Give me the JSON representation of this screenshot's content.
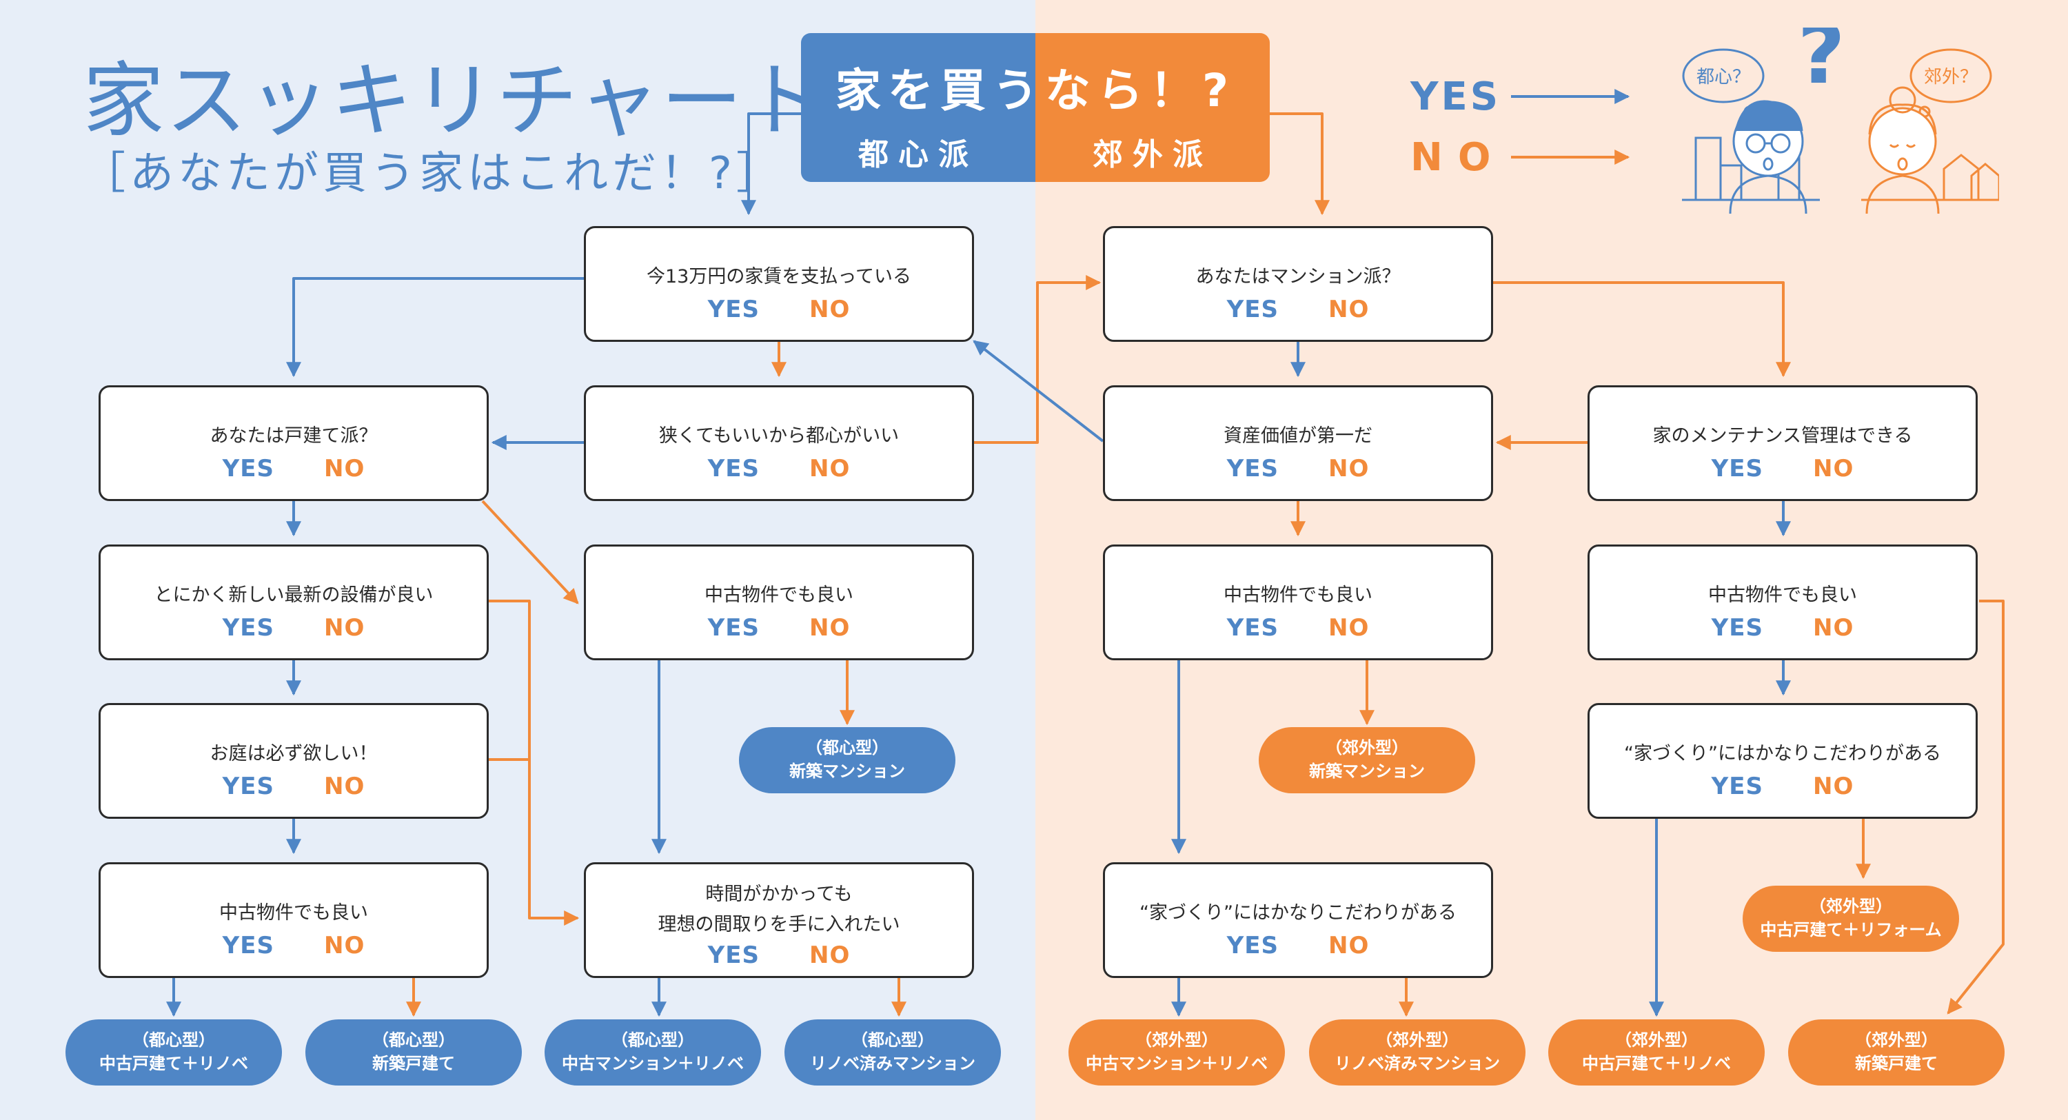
{
  "title": "家スッキリチャート",
  "subtitle": "［あなたが買う家はこれだ！?］",
  "header": {
    "question": "家を買うなら！?",
    "left_label": "都心派",
    "right_label": "郊外派"
  },
  "legend": {
    "yes": "YES",
    "no": "NO"
  },
  "illustration": {
    "left_bubble": "都心？",
    "right_bubble": "郊外？",
    "mark": "?"
  },
  "colors": {
    "blue": "#4f86c6",
    "orange": "#f28a3a",
    "left_bg": "#e7eef8",
    "right_bg": "#fde9dc"
  },
  "yes_label": "YES",
  "no_label": "NO",
  "questions": {
    "q1": "今13万円の家賃を支払っている",
    "q2": "狭くてもいいから都心がいい",
    "q3": "あなたは戸建て派？",
    "q4": "とにかく新しい最新の設備が良い",
    "q5": "お庭は必ず欲しい！",
    "q6": "中古物件でも良い",
    "q7": "中古物件でも良い",
    "q8": "時間がかかっても\n理想の間取りを手に入れたい",
    "q9": "あなたはマンション派？",
    "q10": "資産価値が第一だ",
    "q11": "家のメンテナンス管理はできる",
    "q12": "中古物件でも良い",
    "q13": "中古物件でも良い",
    "q14": "“家づくり”にはかなりこだわりがある",
    "q15": "“家づくり”にはかなりこだわりがある"
  },
  "results": {
    "r1": {
      "type": "（都心型）",
      "name": "新築マンション"
    },
    "r2": {
      "type": "（郊外型）",
      "name": "新築マンション"
    },
    "r3": {
      "type": "（郊外型）",
      "name": "中古戸建て＋リフォーム"
    },
    "r4": {
      "type": "（都心型）",
      "name": "中古戸建て＋リノベ"
    },
    "r5": {
      "type": "（都心型）",
      "name": "新築戸建て"
    },
    "r6": {
      "type": "（都心型）",
      "name": "中古マンション＋リノベ"
    },
    "r7": {
      "type": "（都心型）",
      "name": "リノベ済みマンション"
    },
    "r8": {
      "type": "（郊外型）",
      "name": "中古マンション＋リノベ"
    },
    "r9": {
      "type": "（郊外型）",
      "name": "リノベ済みマンション"
    },
    "r10": {
      "type": "（郊外型）",
      "name": "中古戸建て＋リノベ"
    },
    "r11": {
      "type": "（郊外型）",
      "name": "新築戸建て"
    }
  }
}
